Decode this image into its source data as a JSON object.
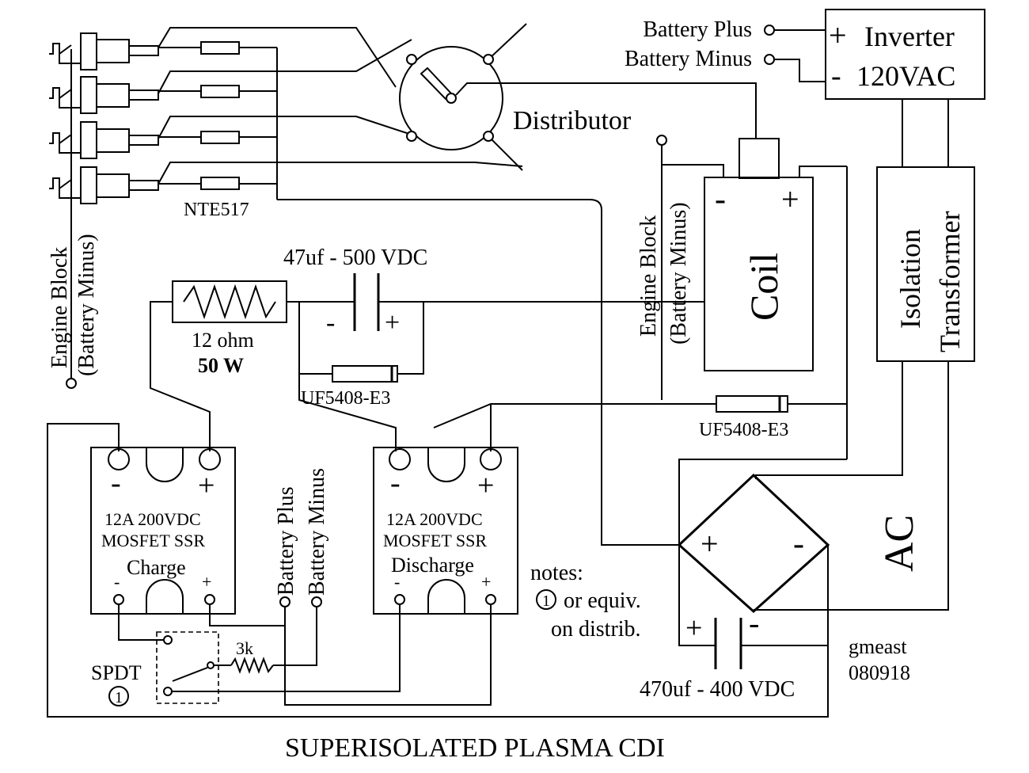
{
  "title": "SUPERISOLATED PLASMA CDI",
  "author": "gmeast",
  "date": "080918",
  "inverter": {
    "plus": "+",
    "name": "Inverter",
    "minus": "-",
    "output": "120VAC"
  },
  "battery_plus": "Battery Plus",
  "battery_minus": "Battery Minus",
  "distributor": "Distributor",
  "coil": {
    "name": "Coil",
    "minus": "-",
    "plus": "+"
  },
  "isolation_transformer": {
    "line1": "Isolation",
    "line2": "Transformer"
  },
  "engine_block": {
    "line1": "Engine Block",
    "line2": "(Battery Minus)"
  },
  "nte517": "NTE517",
  "cap_top": "47uf - 500 VDC",
  "resistor": {
    "value": "12 ohm",
    "power": "50 W"
  },
  "diode": "UF5408-E3",
  "ssr": {
    "rating": "12A 200VDC",
    "type": "MOSFET SSR",
    "minus": "-",
    "plus": "+"
  },
  "charge": "Charge",
  "discharge": "Discharge",
  "bridge": {
    "plus": "+",
    "minus": "-",
    "ac": "AC"
  },
  "cap_bottom": "470uf - 400 VDC",
  "resistor_3k": "3k",
  "spdt": "SPDT",
  "circled_1": "1",
  "notes": {
    "line1": "notes:",
    "line2": "or equiv.",
    "line3": "on distrib."
  }
}
